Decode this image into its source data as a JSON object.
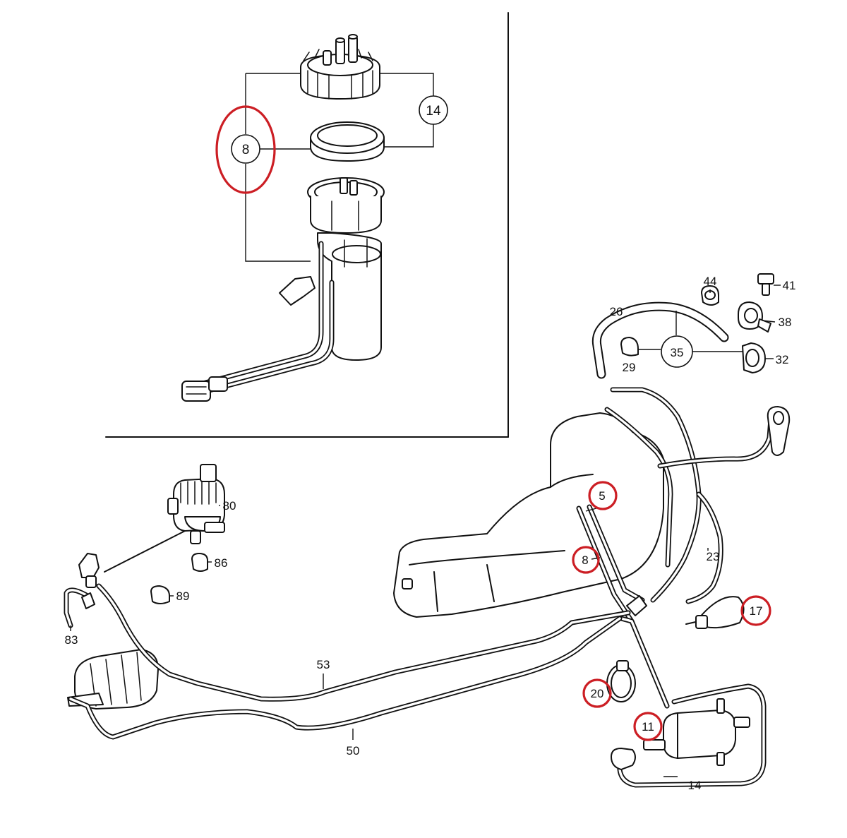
{
  "highlight_color": "#cc1e24",
  "line_color": "#111111",
  "inset": {
    "labels": {
      "bracket_left": "8",
      "bracket_right": "14"
    }
  },
  "labels": {
    "p44": "44",
    "p41": "41",
    "p26": "26",
    "p38": "38",
    "p35": "35",
    "p29": "29",
    "p32": "32",
    "p80": "80",
    "p86": "86",
    "p89": "89",
    "p83": "83",
    "p53": "53",
    "p50": "50",
    "p23": "23",
    "p5": "5",
    "p8": "8",
    "p17": "17",
    "p20": "20",
    "p11": "11",
    "p14": "14"
  }
}
